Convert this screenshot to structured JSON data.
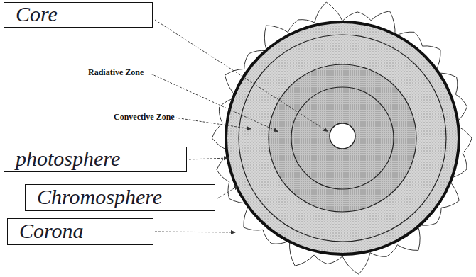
{
  "diagram": {
    "nodes": [
      {
        "text": [
          "Core"
        ]
      },
      {
        "text": [
          "photosphere"
        ]
      },
      {
        "text": [
          "Chromosphere"
        ]
      },
      {
        "text": [
          "Corona"
        ]
      }
    ],
    "labels": [
      "Radiative Zone",
      "Convective Zone"
    ]
  }
}
